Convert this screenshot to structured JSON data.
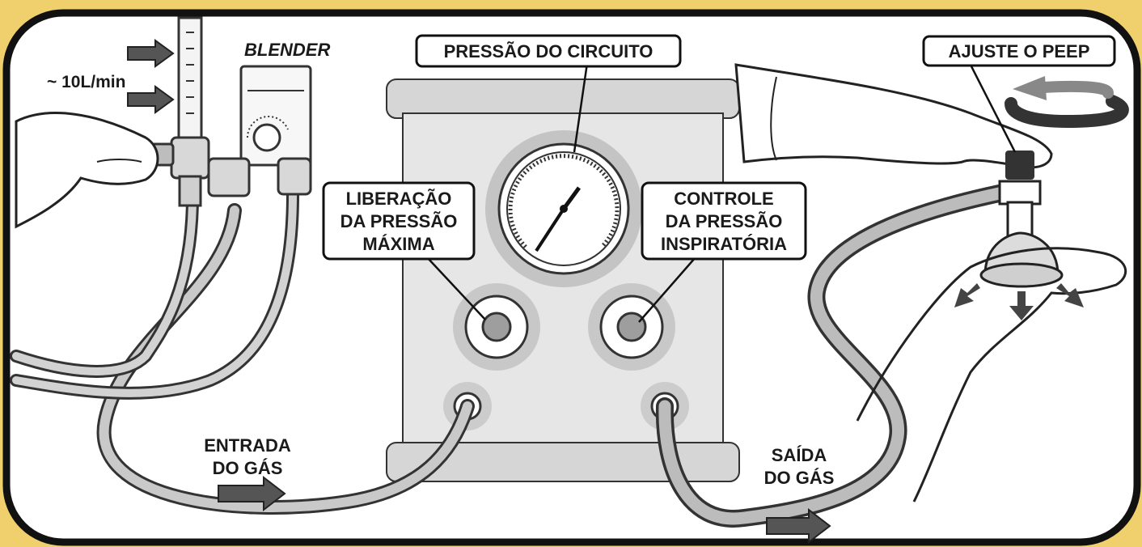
{
  "colors": {
    "frame_bg": "#f0cf6d",
    "panel_bg": "#ffffff",
    "device_body": "#e3e3e3",
    "device_dark": "#c9c9c9",
    "knob_ring": "#bdbdbd",
    "knob_center": "#9e9e9e",
    "arrow": "#5a5a5a",
    "tube": "#bdbdbd"
  },
  "labels": {
    "flow_rate": "~ 10L/min",
    "blender": "BLENDER",
    "circuit_pressure": "PRESSÃO DO CIRCUITO",
    "peep": "AJUSTE O PEEP",
    "max_pressure_release": [
      "LIBERAÇÃO",
      "DA PRESSÃO",
      "MÁXIMA"
    ],
    "inspiratory_control": [
      "CONTROLE",
      "DA PRESSÃO",
      "INSPIRATÓRIA"
    ],
    "gas_inlet": [
      "ENTRADA",
      "DO GÁS"
    ],
    "gas_outlet": [
      "SAÍDA",
      "DO GÁS"
    ]
  },
  "icons": [
    "arrow-right-icon",
    "rotate-arrow-icon",
    "pressure-gauge-icon",
    "hand-icon",
    "mask-icon",
    "flowmeter-icon"
  ]
}
